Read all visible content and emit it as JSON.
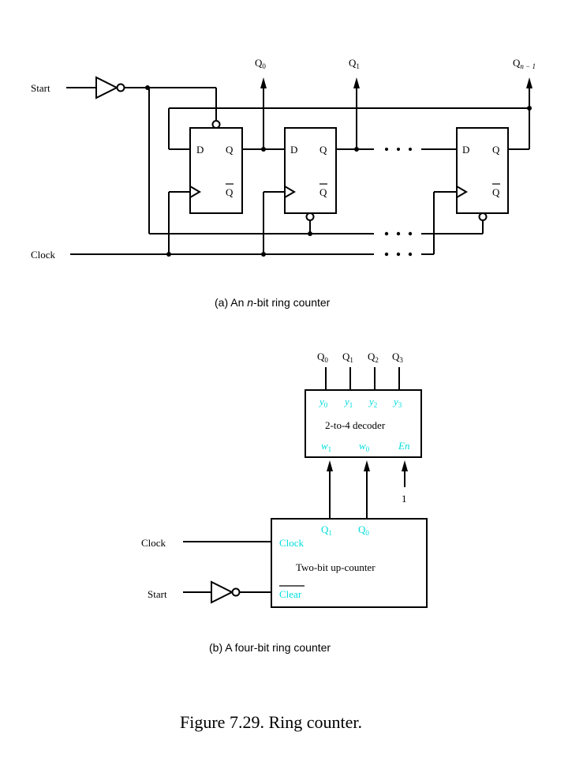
{
  "colors": {
    "ink": "#000000",
    "cyan_label": "#00dddd"
  },
  "part_a": {
    "start_label": "Start",
    "clock_label": "Clock",
    "q0": {
      "base": "Q",
      "sub": "0"
    },
    "q1": {
      "base": "Q",
      "sub": "1"
    },
    "qn": {
      "base": "Q",
      "sub": "n − 1"
    },
    "ff_d": "D",
    "ff_q": "Q",
    "ff_qbar": "Q",
    "caption_prefix": "(a) An ",
    "caption_italic": "n",
    "caption_suffix": "-bit ring counter"
  },
  "part_b": {
    "outputs": [
      {
        "base": "Q",
        "sub": "0"
      },
      {
        "base": "Q",
        "sub": "1"
      },
      {
        "base": "Q",
        "sub": "2"
      },
      {
        "base": "Q",
        "sub": "3"
      }
    ],
    "decoder": {
      "y_labels": [
        {
          "base": "y",
          "sub": "0"
        },
        {
          "base": "y",
          "sub": "1"
        },
        {
          "base": "y",
          "sub": "2"
        },
        {
          "base": "y",
          "sub": "3"
        }
      ],
      "title": "2-to-4 decoder",
      "w1": {
        "base": "w",
        "sub": "1"
      },
      "w0": {
        "base": "w",
        "sub": "0"
      },
      "en": "En",
      "en_input": "1"
    },
    "counter": {
      "q1": {
        "base": "Q",
        "sub": "1"
      },
      "q0": {
        "base": "Q",
        "sub": "0"
      },
      "clock_pin": "Clock",
      "title": "Two-bit up-counter",
      "clear_pin": "Clear"
    },
    "clock_label": "Clock",
    "start_label": "Start",
    "caption": "(b) A four-bit ring counter"
  },
  "figure_caption": "Figure 7.29.  Ring counter."
}
